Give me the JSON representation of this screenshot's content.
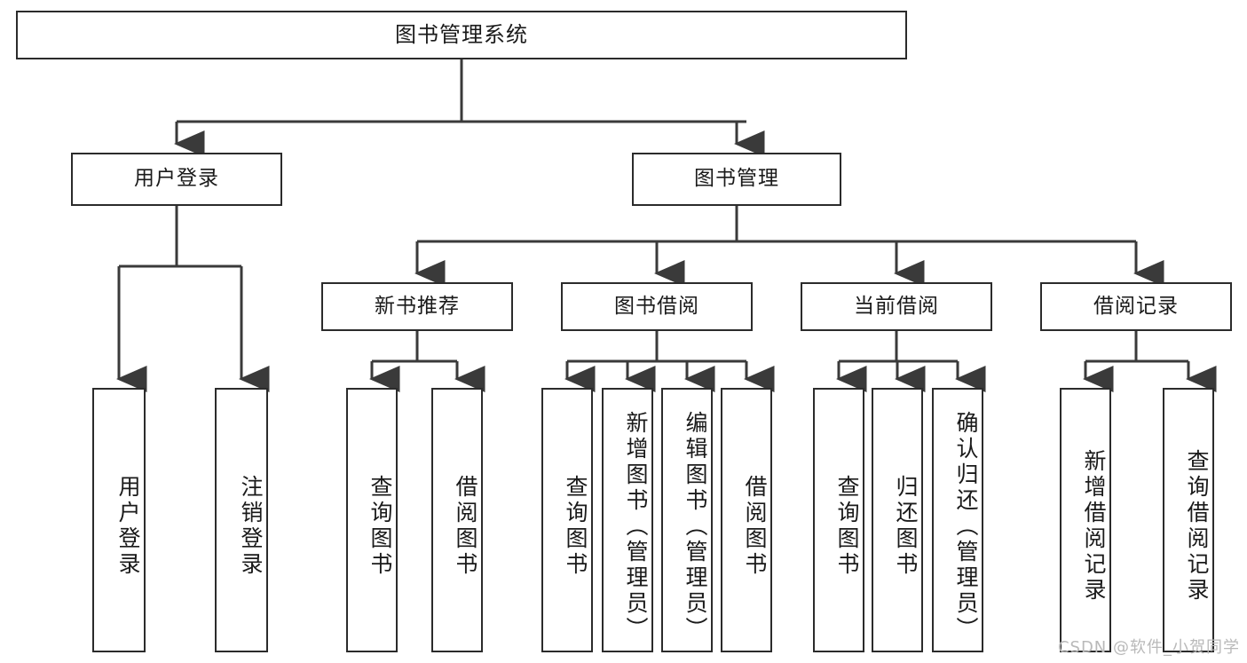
{
  "diagram": {
    "type": "tree",
    "title": "图书管理系统",
    "watermark": "CSDN @软件_小贺同学",
    "colors": {
      "box_border": "#2b2b2b",
      "box_fill": "#ffffff",
      "connector": "#3a3a3a",
      "text": "#1a1a1a",
      "watermark": "#b9b9b9"
    },
    "nodes": {
      "root": {
        "label": "图书管理系统"
      },
      "level2": [
        {
          "id": "user-login",
          "label": "用户登录"
        },
        {
          "id": "book-manage",
          "label": "图书管理"
        }
      ],
      "level3": [
        {
          "id": "new-book-recommend",
          "label": "新书推荐"
        },
        {
          "id": "book-borrow",
          "label": "图书借阅"
        },
        {
          "id": "current-borrow",
          "label": "当前借阅"
        },
        {
          "id": "borrow-record",
          "label": "借阅记录"
        }
      ],
      "leaves": {
        "user_login": [
          {
            "id": "leaf-user-login",
            "label": "用户登录"
          },
          {
            "id": "leaf-logout",
            "label": "注销登录"
          }
        ],
        "new_book_recommend": [
          {
            "id": "leaf-query-book-1",
            "label": "查询图书"
          },
          {
            "id": "leaf-borrow-book-1",
            "label": "借阅图书"
          }
        ],
        "book_borrow": [
          {
            "id": "leaf-query-book-2",
            "label": "查询图书"
          },
          {
            "id": "leaf-add-book",
            "label": "新增图书（管理员）"
          },
          {
            "id": "leaf-edit-book",
            "label": "编辑图书（管理员）"
          },
          {
            "id": "leaf-borrow-book-2",
            "label": "借阅图书"
          }
        ],
        "current_borrow": [
          {
            "id": "leaf-query-book-3",
            "label": "查询图书"
          },
          {
            "id": "leaf-return-book",
            "label": "归还图书"
          },
          {
            "id": "leaf-confirm-return",
            "label": "确认归还（管理员）"
          }
        ],
        "borrow_record": [
          {
            "id": "leaf-add-record",
            "label": "新增借阅记录"
          },
          {
            "id": "leaf-query-record",
            "label": "查询借阅记录"
          }
        ]
      }
    }
  }
}
